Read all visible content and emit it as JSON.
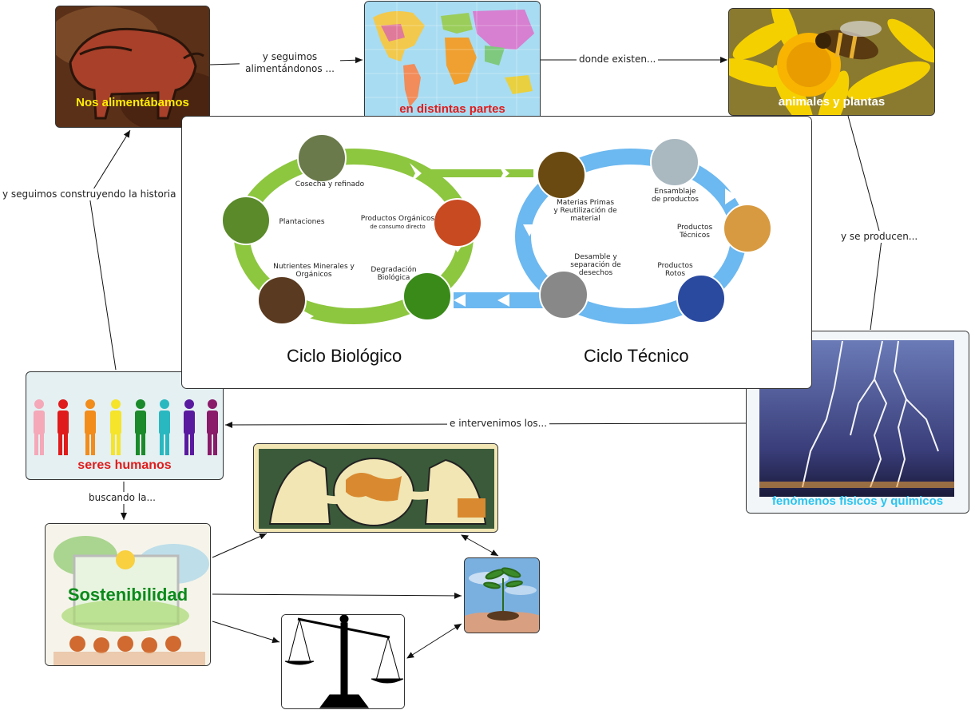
{
  "nodes": {
    "cave": {
      "caption": "Nos alimentábamos"
    },
    "world": {
      "caption": "en distintas partes"
    },
    "nature": {
      "caption": "animales y plantas"
    },
    "lightning": {
      "caption": "fenómenos físicos y químicos"
    },
    "humans": {
      "caption": "seres humanos"
    },
    "sustain": {
      "caption": "Sostenibilidad"
    }
  },
  "links": {
    "l1": "y seguimos alimentándonos ...",
    "l2": "donde existen...",
    "l3": "y se producen...",
    "l4": "e intervenimos los...",
    "l5": "y seguimos construyendo la historia",
    "l6": "buscando la..."
  },
  "cycles": {
    "bio_title": "Ciclo Biológico",
    "tech_title": "Ciclo Técnico",
    "bio": {
      "cosecha": "Cosecha y refinado",
      "plantaciones": "Plantaciones",
      "productos_org": "Productos Orgánicos",
      "productos_org_sub": "de consumo directo",
      "nutrientes": "Nutrientes Minerales y Orgánicos",
      "degradacion": "Degradación Biológica"
    },
    "tech": {
      "materias": "Materias Primas y Reutilización de material",
      "ensamblaje": "Ensamblaje de productos",
      "productos_tec": "Productos Técnicos",
      "desamble": "Desamble y separación de desechos",
      "rotos": "Productos Rotos"
    }
  },
  "colors": {
    "bio_green": "#8dc63f",
    "tech_blue": "#6cb8f0",
    "caption_yellow": "#ffee00",
    "caption_red": "#e01b1b",
    "caption_white": "#ffffff",
    "caption_cyan": "#2ac4f0",
    "caption_green": "#0a8a1a"
  },
  "icons": [
    "bison-cave-painting",
    "world-map",
    "bee-on-flower",
    "lightning-storm",
    "human-figures",
    "sustainability-drawing",
    "globe-scientists",
    "seedling-in-hands",
    "balance-scale"
  ]
}
